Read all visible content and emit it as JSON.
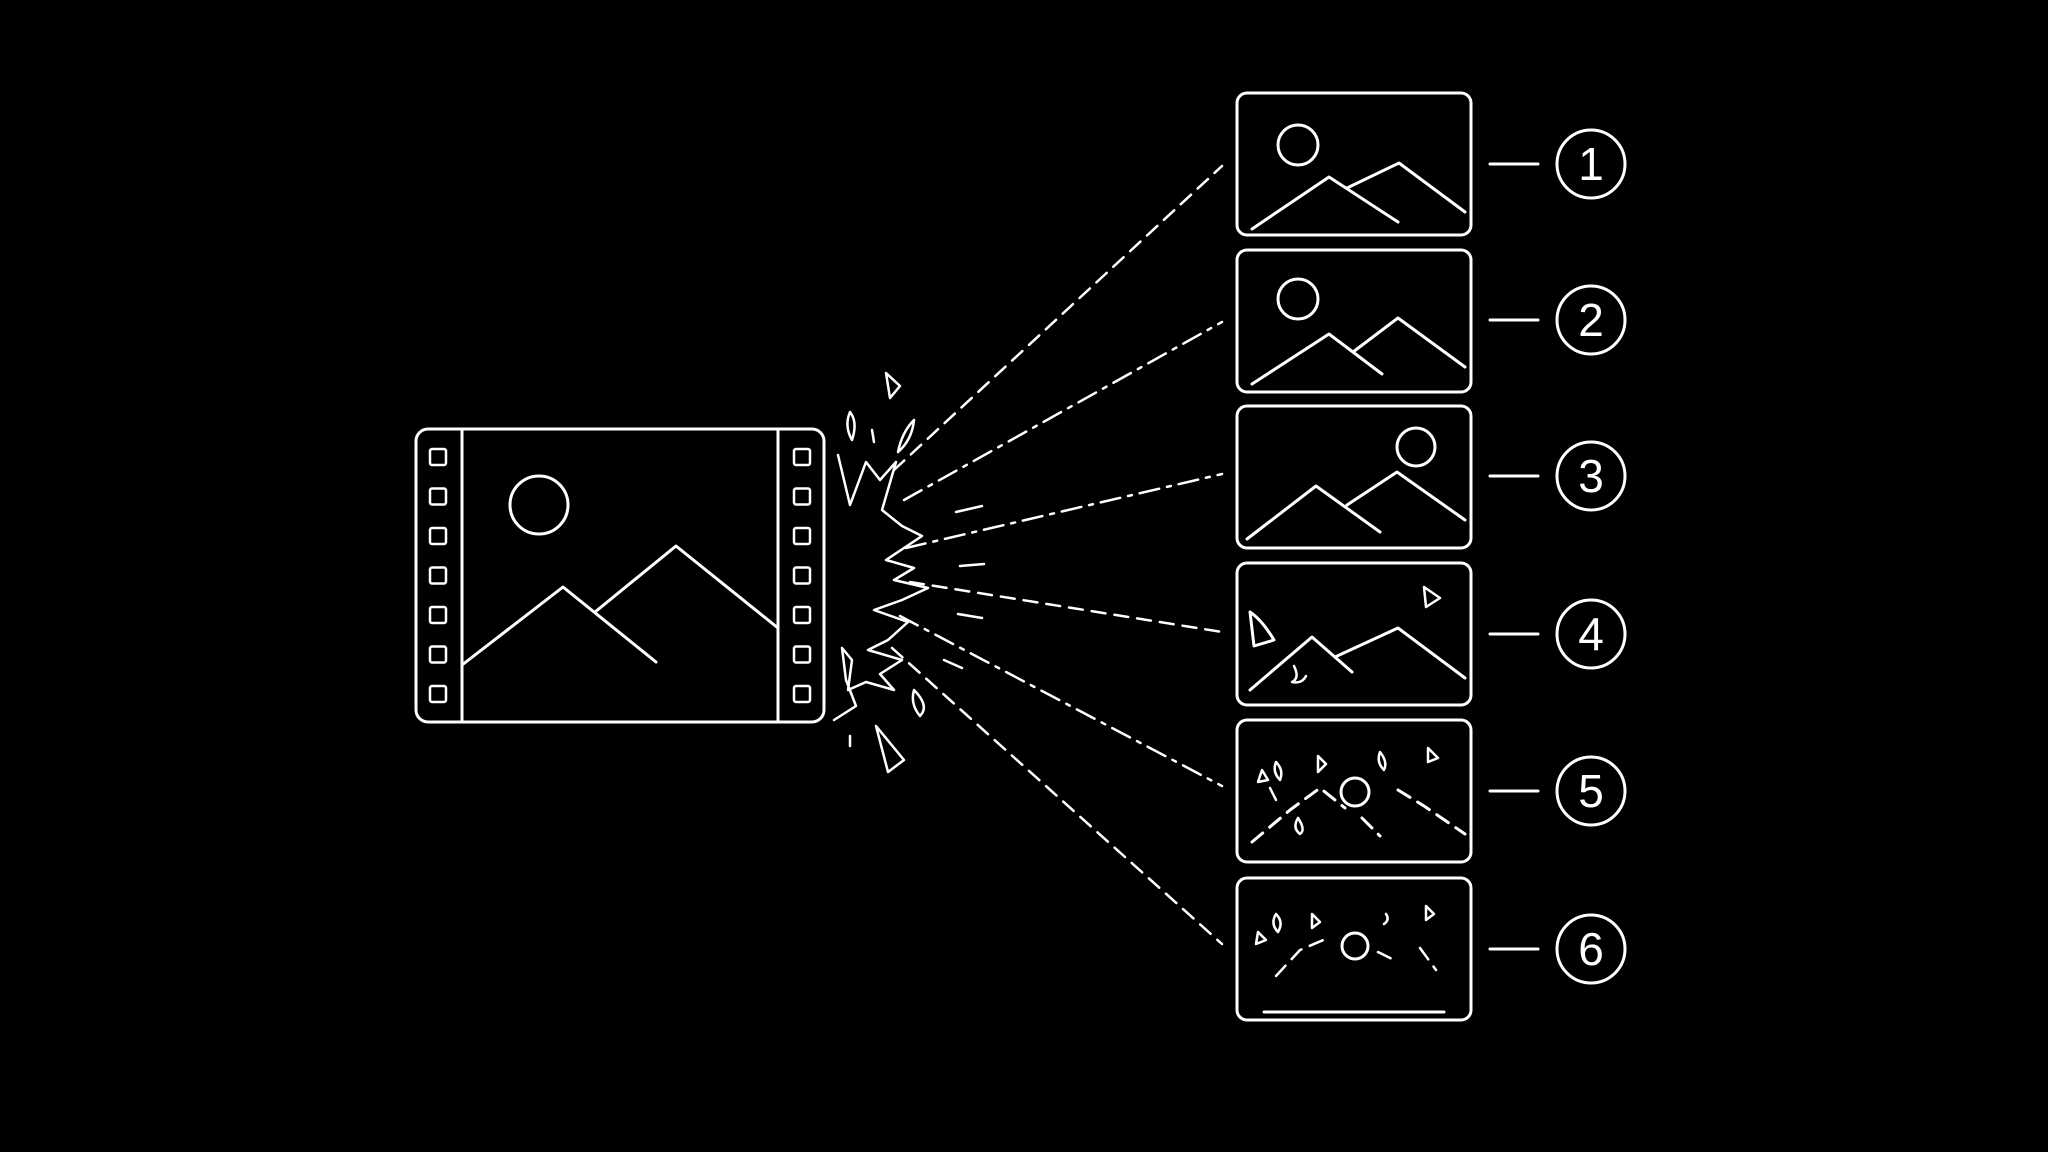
{
  "colors": {
    "background": "#000000",
    "stroke": "#ffffff"
  },
  "source": {
    "icon": "film-strip-icon"
  },
  "frames": [
    {
      "label": "1",
      "icon": "landscape-image-icon"
    },
    {
      "label": "2",
      "icon": "landscape-image-icon"
    },
    {
      "label": "3",
      "icon": "landscape-image-icon"
    },
    {
      "label": "4",
      "icon": "landscape-image-icon"
    },
    {
      "label": "5",
      "icon": "landscape-image-icon"
    },
    {
      "label": "6",
      "icon": "landscape-image-icon"
    }
  ]
}
